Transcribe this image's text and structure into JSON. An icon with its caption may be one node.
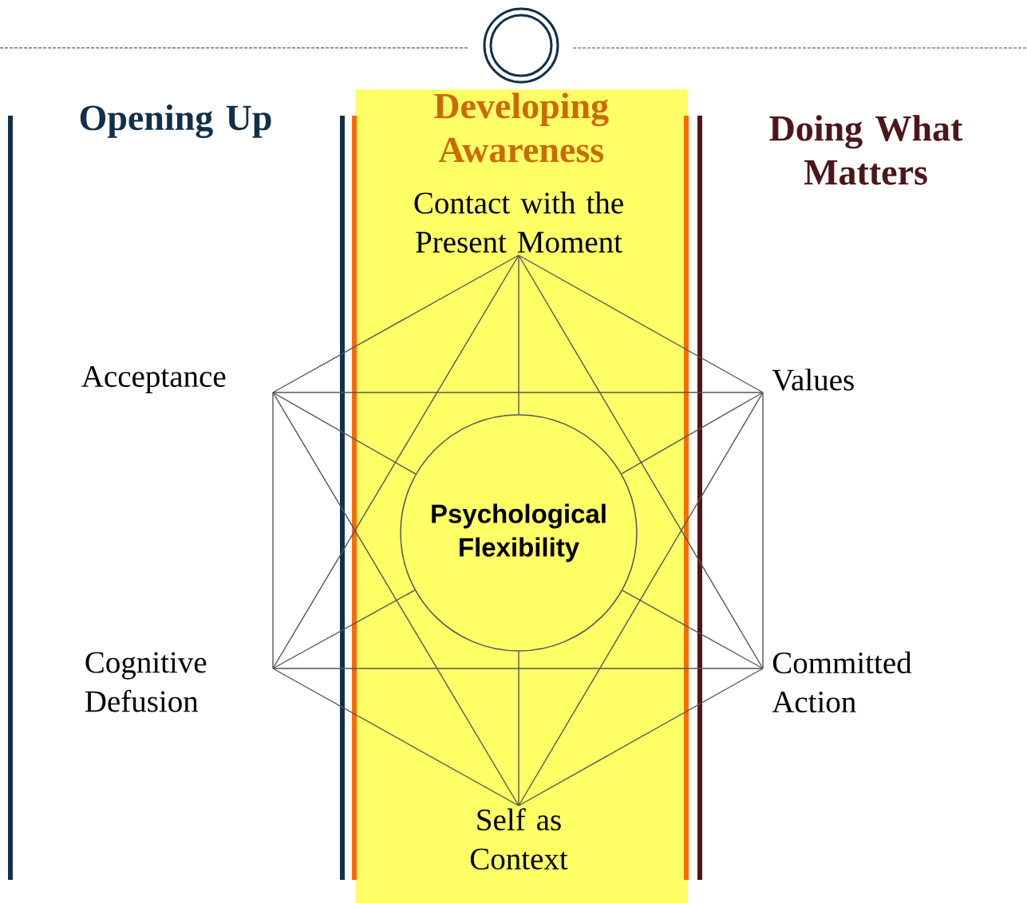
{
  "diagram": {
    "nodes": [
      {
        "text": [
          "Developing Awareness"
        ]
      },
      {
        "text": [
          "Contact with the Present Moment"
        ],
        "in": 0
      },
      {
        "text": [
          "Acceptance"
        ]
      },
      {
        "text": [
          "Values"
        ]
      },
      {
        "text": [
          "Psychological Flexibility"
        ],
        "in": 0
      },
      {
        "text": [
          "Cognitive Defusion"
        ]
      },
      {
        "text": [
          "Committed Action"
        ]
      },
      {
        "text": [
          "Self as Context"
        ],
        "in": 0
      }
    ],
    "edges": [
      {
        "from": 1,
        "to": 2,
        "arrow": "none"
      },
      {
        "from": 1,
        "to": 3,
        "arrow": "none"
      },
      {
        "from": 1,
        "to": 5,
        "arrow": "none"
      },
      {
        "from": 1,
        "to": 6,
        "arrow": "none"
      },
      {
        "from": 1,
        "to": 4,
        "arrow": "none"
      },
      {
        "from": 2,
        "to": 3,
        "arrow": "none"
      },
      {
        "from": 2,
        "to": 5,
        "arrow": "none"
      },
      {
        "from": 2,
        "to": 7,
        "arrow": "none"
      },
      {
        "from": 2,
        "to": 4,
        "arrow": "none"
      },
      {
        "from": 3,
        "to": 6,
        "arrow": "none"
      },
      {
        "from": 3,
        "to": 7,
        "arrow": "none"
      },
      {
        "from": 3,
        "to": 4,
        "arrow": "none"
      },
      {
        "from": 5,
        "to": 6,
        "arrow": "none"
      },
      {
        "from": 5,
        "to": 7,
        "arrow": "none"
      },
      {
        "from": 5,
        "to": 4,
        "arrow": "none"
      },
      {
        "from": 6,
        "to": 7,
        "arrow": "none"
      },
      {
        "from": 6,
        "to": 4,
        "arrow": "none"
      },
      {
        "from": 7,
        "to": 4,
        "arrow": "none"
      }
    ],
    "labels": [
      "Opening Up",
      "Doing What Matters"
    ]
  }
}
